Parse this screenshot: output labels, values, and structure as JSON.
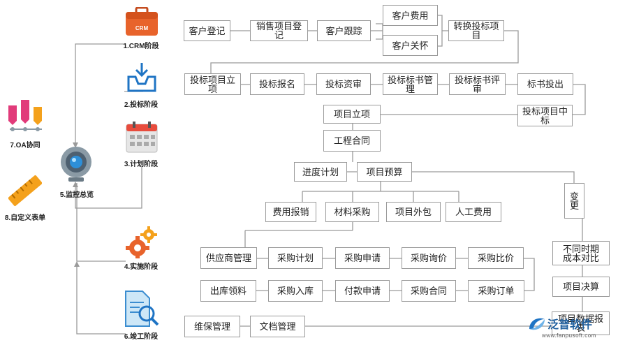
{
  "stages": {
    "crm": "1.CRM阶段",
    "bid": "2.投标阶段",
    "plan": "3.计划阶段",
    "impl": "4.实施阶段",
    "monitor": "5.监控总览",
    "complete": "6.竣工阶段",
    "oa": "7.OA协同",
    "custom": "8.自定义表单",
    "crm_badge": "CRM"
  },
  "boxes": {
    "kehu_dengji": "客户登记",
    "xiaoshou_dengji": "销售项目登记",
    "kehu_genzong": "客户跟踪",
    "kehu_feiyong": "客户费用",
    "kehu_guanhuai": "客户关怀",
    "zhuanhuan": "转换投标项目",
    "toubiao_lixiang": "投标项目立项",
    "toubiao_baoming": "投标报名",
    "toubiao_zishen": "投标资审",
    "biaoshu_guanli": "投标标书管理",
    "biaoshu_pingshen": "投标标书评审",
    "biaoshu_touchu": "标书投出",
    "zhongbiao": "投标项目中标",
    "xiangmu_lixiang": "项目立项",
    "gongcheng_hetong": "工程合同",
    "jindu_jihua": "进度计划",
    "xiangmu_yusuan": "项目预算",
    "biangeng": "变更",
    "feiyong_baoxiao": "费用报销",
    "cailiao_caigou": "材料采购",
    "xiangmu_waibao": "项目外包",
    "rengong_feiyong": "人工费用",
    "gongyingshang": "供应商管理",
    "caigou_jihua": "采购计划",
    "caigou_shenqing": "采购申请",
    "caigou_xunjia": "采购询价",
    "caigou_bijia": "采购比价",
    "chengben_duibi": "不同时期成本对比",
    "chuku_lingliao": "出库领料",
    "caigou_ruku": "采购入库",
    "fukuan_shenqing": "付款申请",
    "caigou_hetong": "采购合同",
    "caigou_dingdan": "采购订单",
    "xiangmu_juesuan": "项目决算",
    "weibao_guanli": "维保管理",
    "wendang_guanli": "文档管理",
    "shuju_baobiao": "项目数据报表"
  },
  "watermark": {
    "brand": "泛普软件",
    "url": "www.fanpusoft.com"
  },
  "colors": {
    "orange": "#e8632b",
    "blue": "#1f74c4",
    "pink": "#e13b7a",
    "yellow": "#f4a11c",
    "line": "#999999"
  }
}
